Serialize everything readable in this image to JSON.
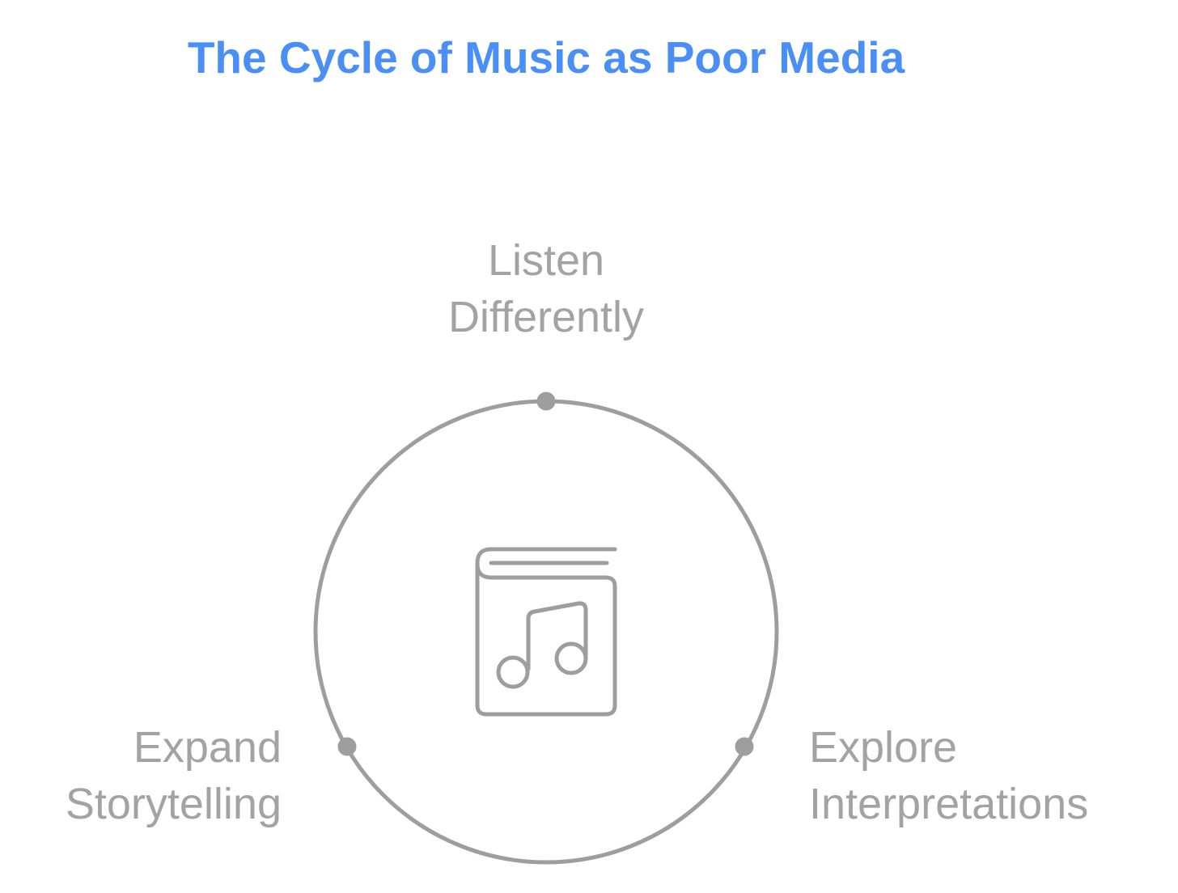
{
  "title": "The Cycle of Music as Poor Media",
  "center_icon": "music-book-icon",
  "steps": [
    {
      "line1": "Listen",
      "line2": "Differently",
      "position": "top"
    },
    {
      "line1": "Explore",
      "line2": "Interpretations",
      "position": "bottom-right"
    },
    {
      "line1": "Expand",
      "line2": "Storytelling",
      "position": "bottom-left"
    }
  ],
  "colors": {
    "title": "#4a8ff5",
    "text": "#a3a3a3",
    "stroke": "#9e9e9e",
    "background": "#ffffff"
  }
}
